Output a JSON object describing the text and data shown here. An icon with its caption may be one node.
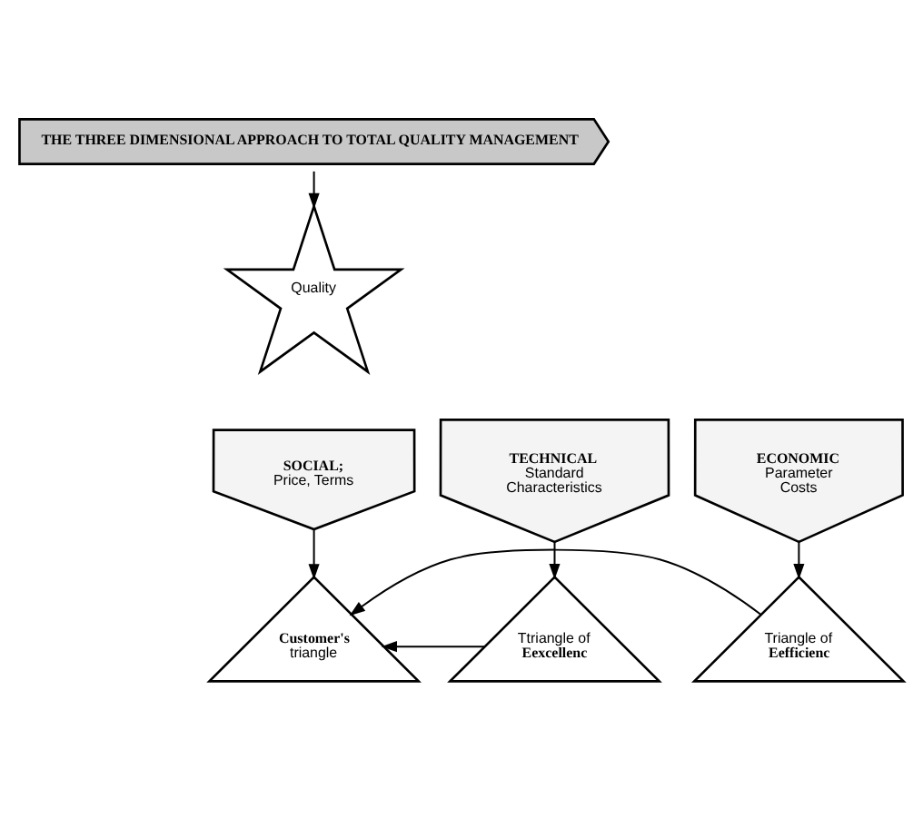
{
  "diagram": {
    "nodes": [
      {
        "text": [
          "THE THREE DIMENSIONAL APPROACH TO TOTAL QUALITY MANAGEMENT"
        ]
      },
      {
        "text": [
          "TECHNICAL",
          "Standard",
          "Characteristics"
        ]
      },
      {
        "text": [
          "Quality"
        ]
      },
      {
        "text": [
          "SOCIAL;",
          "Price, Terms"
        ]
      },
      {
        "text": [
          "ECONOMIC",
          "Parameter",
          "Costs"
        ]
      },
      {
        "text": [
          "Ttriangle of",
          "Eexcellenc"
        ]
      },
      {
        "text": [
          "Customer's",
          "triangle"
        ]
      },
      {
        "text": [
          "Triangle of",
          "Eefficienc"
        ]
      }
    ],
    "edges": [
      {
        "from": 0,
        "to": 2,
        "arrow": "to"
      },
      {
        "from": 1,
        "to": 5,
        "arrow": "to"
      },
      {
        "from": 3,
        "to": 6,
        "arrow": "to"
      },
      {
        "from": 4,
        "to": 7,
        "arrow": "to"
      },
      {
        "from": 5,
        "to": 6,
        "arrow": "to"
      },
      {
        "from": 7,
        "to": 6,
        "arrow": "to"
      }
    ]
  }
}
